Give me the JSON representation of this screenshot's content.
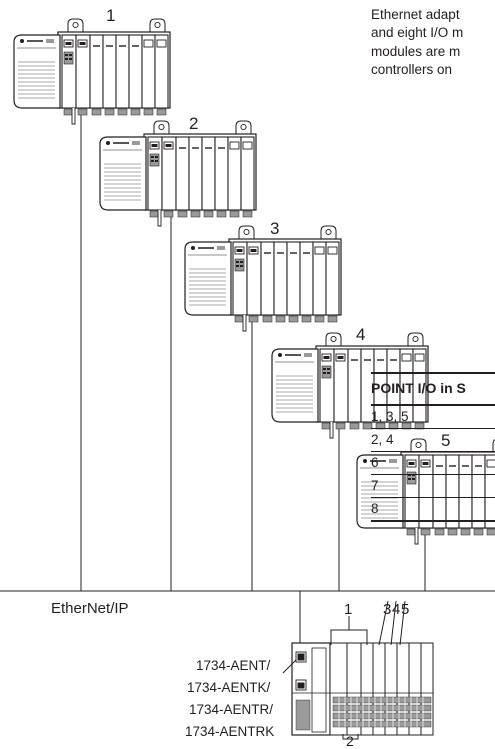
{
  "intro_lines": [
    "Ethernet adapt",
    "and eight I/O m",
    "modules are m",
    "controllers on"
  ],
  "chassis_labels": [
    "1",
    "2",
    "3",
    "4",
    "5"
  ],
  "network_label": "EtherNet/IP",
  "adapter_catalog": [
    "1734-AENT/",
    "1734-AENTK/",
    "1734-AENTR/",
    "1734-AENTRK"
  ],
  "point_callouts": {
    "top_group": "1",
    "c3": "3",
    "c4": "4",
    "c5": "5",
    "bottom_group": "2"
  },
  "table": {
    "header": "POINT I/O in S",
    "rows": [
      "1, 3, 5",
      "2, 4",
      "6",
      "7",
      "8"
    ]
  },
  "colors": {
    "line": "#231f20",
    "chassis_fill": "#ffffff",
    "shade": "#9a9a9a"
  }
}
